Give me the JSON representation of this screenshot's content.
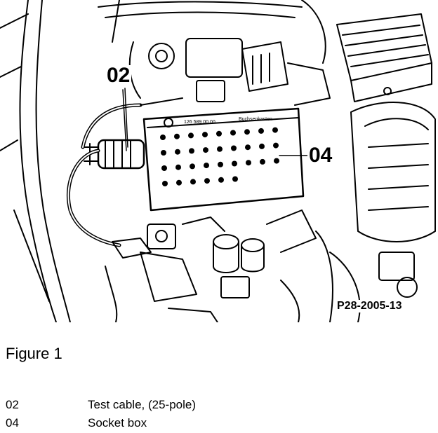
{
  "figure": {
    "callouts": [
      {
        "number": "02"
      },
      {
        "number": "04"
      }
    ],
    "reference_code": "P28-2005-13",
    "caption": "Figure 1"
  },
  "legend": [
    {
      "number": "02",
      "description": "Test cable, (25-pole)"
    },
    {
      "number": "04",
      "description": "Socket box"
    }
  ],
  "colors": {
    "ink": "#000000",
    "paper": "#ffffff"
  }
}
